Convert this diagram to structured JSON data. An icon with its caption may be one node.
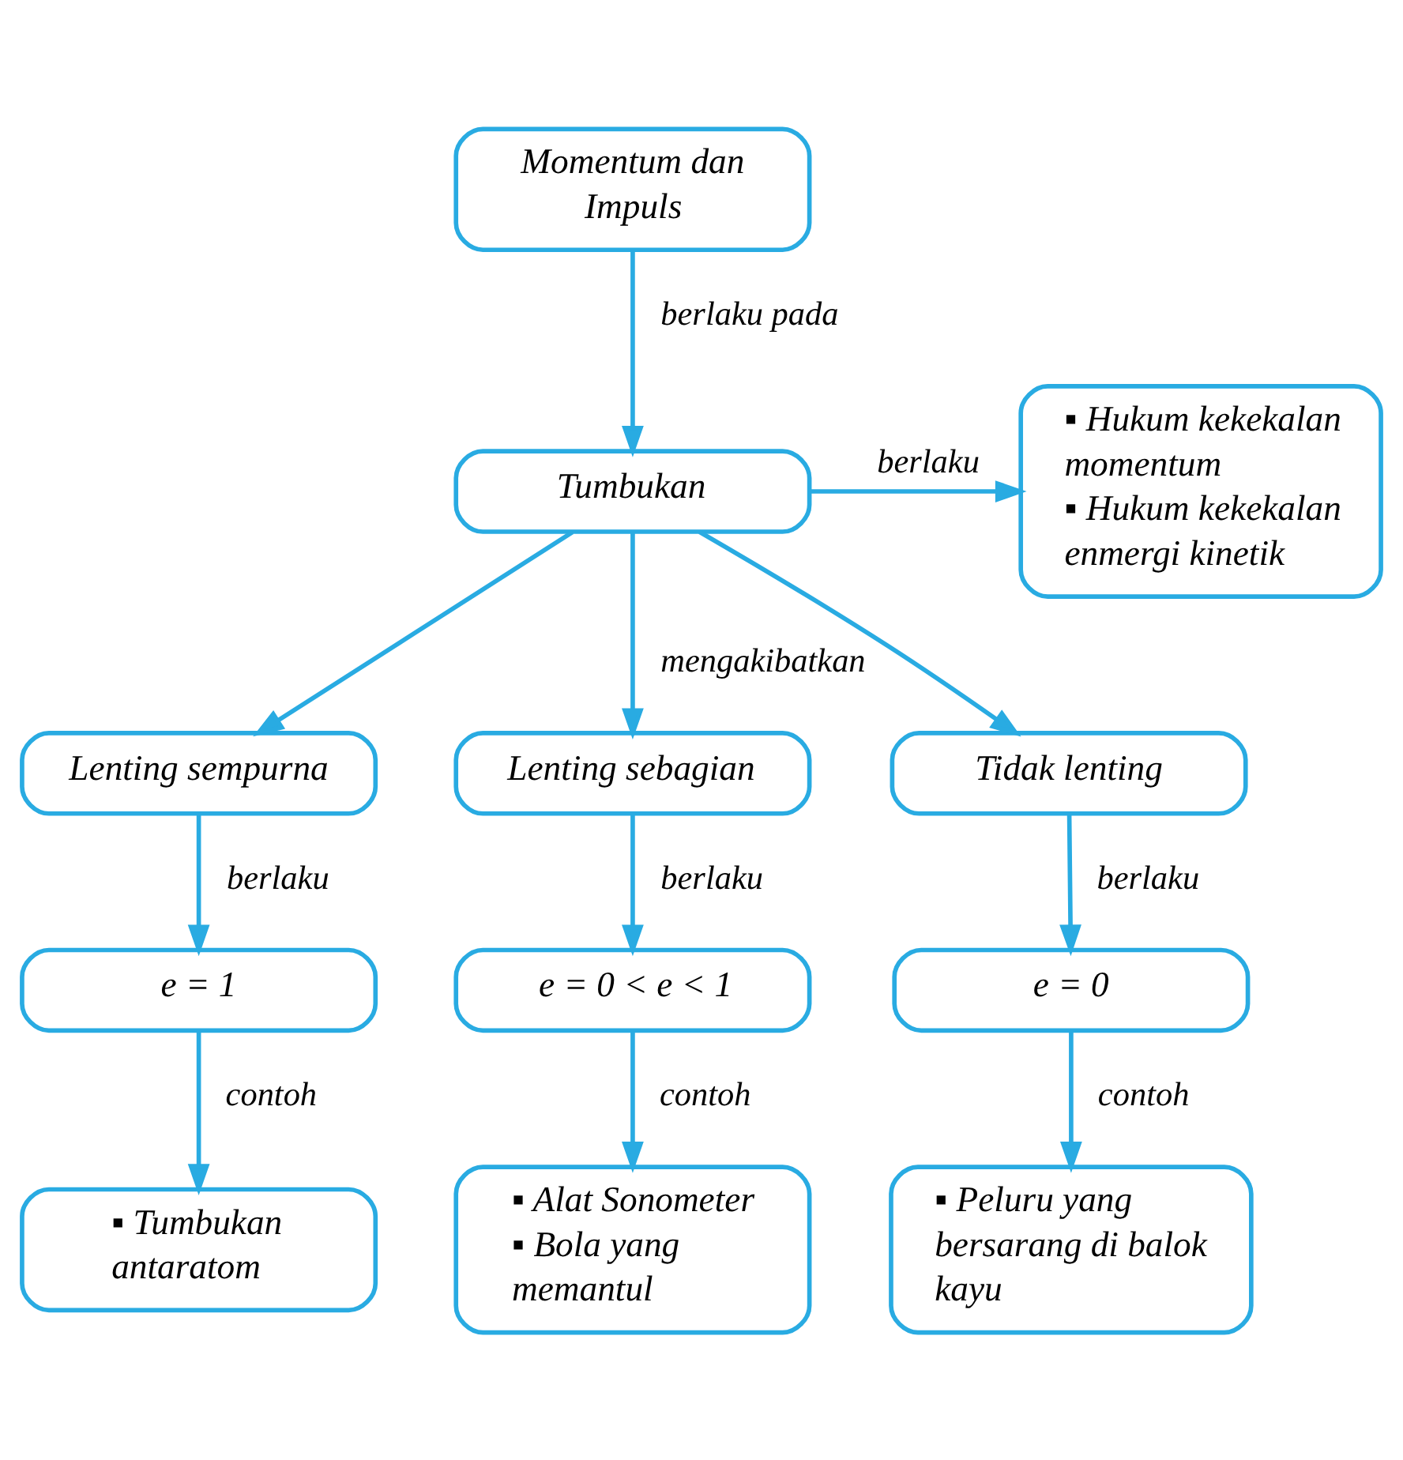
{
  "diagram": {
    "nodes": [
      {
        "text": [
          "Momentum dan Impuls"
        ]
      },
      {
        "text": [
          "Tumbukan"
        ]
      },
      {
        "text": [
          "▪ Hukum kekekalan momentum",
          "▪ Hukum kekekalan enmergi kinetik"
        ]
      },
      {
        "text": [
          "Lenting sempurna"
        ]
      },
      {
        "text": [
          "Lenting sebagian"
        ]
      },
      {
        "text": [
          "Tidak lenting"
        ]
      },
      {
        "text": [
          "e = 1"
        ]
      },
      {
        "text": [
          "e = 0 < e < 1"
        ]
      },
      {
        "text": [
          "e = 0"
        ]
      },
      {
        "text": [
          "▪ Tumbukan antaratom"
        ]
      },
      {
        "text": [
          "▪ Alat Sonometer",
          "▪ Bola yang memantul"
        ]
      },
      {
        "text": [
          "▪ Peluru yang bersarang di balok kayu"
        ]
      }
    ],
    "edges": [
      {
        "from": 0,
        "to": 1,
        "arrow": "to",
        "label": "berlaku pada"
      },
      {
        "from": 1,
        "to": 2,
        "arrow": "to",
        "label": "berlaku"
      },
      {
        "from": 1,
        "to": 3,
        "arrow": "to"
      },
      {
        "from": 1,
        "to": 4,
        "arrow": "to",
        "label": "mengakibatkan"
      },
      {
        "from": 1,
        "to": 5,
        "arrow": "to"
      },
      {
        "from": 3,
        "to": 6,
        "arrow": "to",
        "label": "berlaku"
      },
      {
        "from": 4,
        "to": 7,
        "arrow": "to",
        "label": "berlaku"
      },
      {
        "from": 5,
        "to": 8,
        "arrow": "to",
        "label": "berlaku"
      },
      {
        "from": 6,
        "to": 9,
        "arrow": "to",
        "label": "contoh"
      },
      {
        "from": 7,
        "to": 10,
        "arrow": "to",
        "label": "contoh"
      },
      {
        "from": 8,
        "to": 11,
        "arrow": "to",
        "label": "contoh"
      }
    ]
  }
}
